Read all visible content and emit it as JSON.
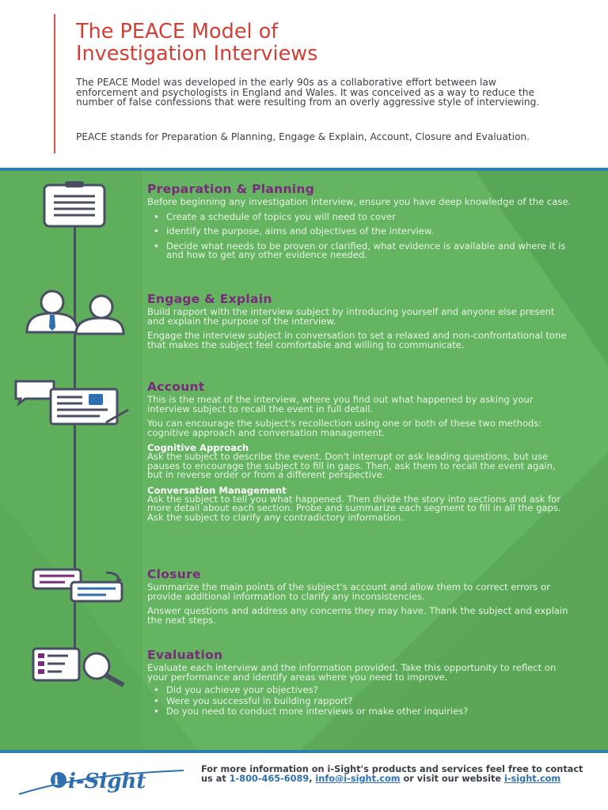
{
  "header": {
    "title_line1": "The PEACE Model of",
    "title_line2": "Investigation Interviews",
    "intro": "The PEACE Model was developed in the early 90s as a collaborative effort between law enforcement and psychologists in England and Wales. It was conceived as a way to reduce the number of false confessions that were resulting from an overly aggressive style of interviewing.",
    "intro2": "PEACE stands for Preparation & Planning, Engage & Explain, Account, Closure and Evaluation."
  },
  "sections": {
    "preparation": {
      "title": "Preparation & Planning",
      "body": "Before beginning any investigation interview, ensure you have deep knowledge of the case.",
      "bullets": [
        "Create a schedule of topics you will need to cover",
        "Identify the purpose, aims and objectives of the interview.",
        "Decide what needs to be proven or clarified, what evidence is available and where it is and how to get any other evidence needed."
      ]
    },
    "engage": {
      "title": "Engage & Explain",
      "body1": "Build rapport with the interview subject by introducing yourself and anyone else present and explain the purpose of the interview.",
      "body2": "Engage the interview subject in conversation to set a relaxed and non-confrontational tone that makes the subject feel comfortable and willing to communicate."
    },
    "account": {
      "title": "Account",
      "body1": "This is the meat of the interview, where you find out what happened by asking your interview subject to recall the event in full detail.",
      "body2": "You can encourage the subject's recollection using one or both of these two methods: cognitive approach and conversation management.",
      "sub1_title": "Cognitive Approach",
      "sub1_body": "Ask the subject to describe the event. Don't interrupt or ask leading questions, but use pauses to encourage the subject to fill in gaps. Then, ask them to recall the event again, but in reverse order or from a different perspective.",
      "sub2_title": "Conversation Management",
      "sub2_body": "Ask the subject to tell you what happened. Then divide the story into sections and ask for more detail about each section. Probe and summarize each segment to fill in all the gaps. Ask the subject to clarify any contradictory information."
    },
    "closure": {
      "title": "Closure",
      "body1": "Summarize the main points of the subject's account and allow them to correct errors or provide additional information to clarify any inconsistencies.",
      "body2": "Answer questions and address any concerns they may have. Thank the subject and explain the next steps."
    },
    "evaluation": {
      "title": "Evaluation",
      "body": "Evaluate each interview and the information provided. Take this opportunity to reflect on your performance and identify areas where you need to improve.",
      "bullets": [
        "Did you achieve your objectives?",
        "Were you successful in building rapport?",
        "Do you need to conduct more interviews or make other inquiries?"
      ]
    }
  },
  "footer": {
    "logo_text": "i-Sight",
    "text1": "For more information on i-Sight's products and services feel free to contact us at ",
    "phone": "1-800-465-6089",
    "sep": ", ",
    "email": "info@i-sight.com",
    "text2": " or visit our website ",
    "website": "i-sight.com"
  },
  "colors": {
    "title_red": "#d23f36",
    "green_bg": "#5fae5c",
    "section_purple": "#7a2a7a",
    "icon_dark": "#4a4e63",
    "accent_blue": "#2f7fb0"
  }
}
